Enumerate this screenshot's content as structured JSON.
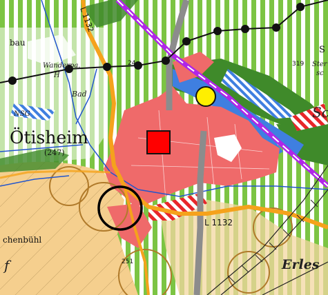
{
  "map": {
    "labels": {
      "town": "Ötisheim",
      "elevation_town": "(247)",
      "road": "L 1132",
      "road_top": "L 1132",
      "hiking": "Wanderpa.",
      "hiking2": "H",
      "bad": "Bad",
      "nsg": "NSG",
      "elev_319": "319",
      "elev_251": "251",
      "bau": "bau",
      "s_top": "S",
      "ster": "Ster",
      "sc": "sc",
      "sch_right": "Sc",
      "chenbuhl": "chenbühl",
      "erles": "Erles",
      "f_left": "f",
      "elev_24": "24"
    },
    "symbols": {
      "settlement_marker": "red-square",
      "point_marker": "yellow-circle",
      "highlight_ring": "black-circle"
    },
    "colors": {
      "settlement": "#ef6a6a",
      "forest_stripe": "#7cc443",
      "forest_dark": "#3f8a2a",
      "agriculture": "#f5cf8e",
      "water_blue": "#3f7fe0",
      "road_orange": "#f5a21c",
      "rail_gray": "#8c8c8c",
      "power_line": "#111111",
      "purple_line": "#b026e8",
      "marker_red": "#ff0000",
      "marker_yellow": "#ffef00"
    }
  }
}
